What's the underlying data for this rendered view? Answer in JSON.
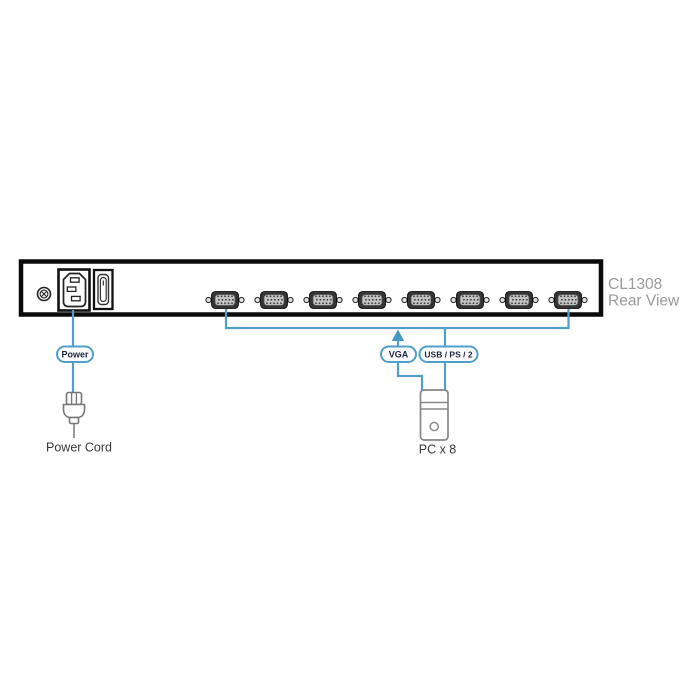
{
  "diagram": {
    "device": {
      "model": "CL1308",
      "view": "Rear View"
    },
    "callouts": {
      "power": "Power",
      "vga": "VGA",
      "usb": "USB / PS / 2"
    },
    "labels": {
      "power_cord": "Power Cord",
      "pc": "PC x 8"
    },
    "ports": {
      "vga_count": 8
    },
    "colors": {
      "connector_line": "#4fa0c8",
      "panel_border": "#0a0a0a",
      "device_label_gray": "#9a9a9a",
      "caption_text": "#3a3a3a",
      "callout_text": "#1b2440",
      "pc_outline": "#888888",
      "plug_outline": "#777777"
    }
  }
}
